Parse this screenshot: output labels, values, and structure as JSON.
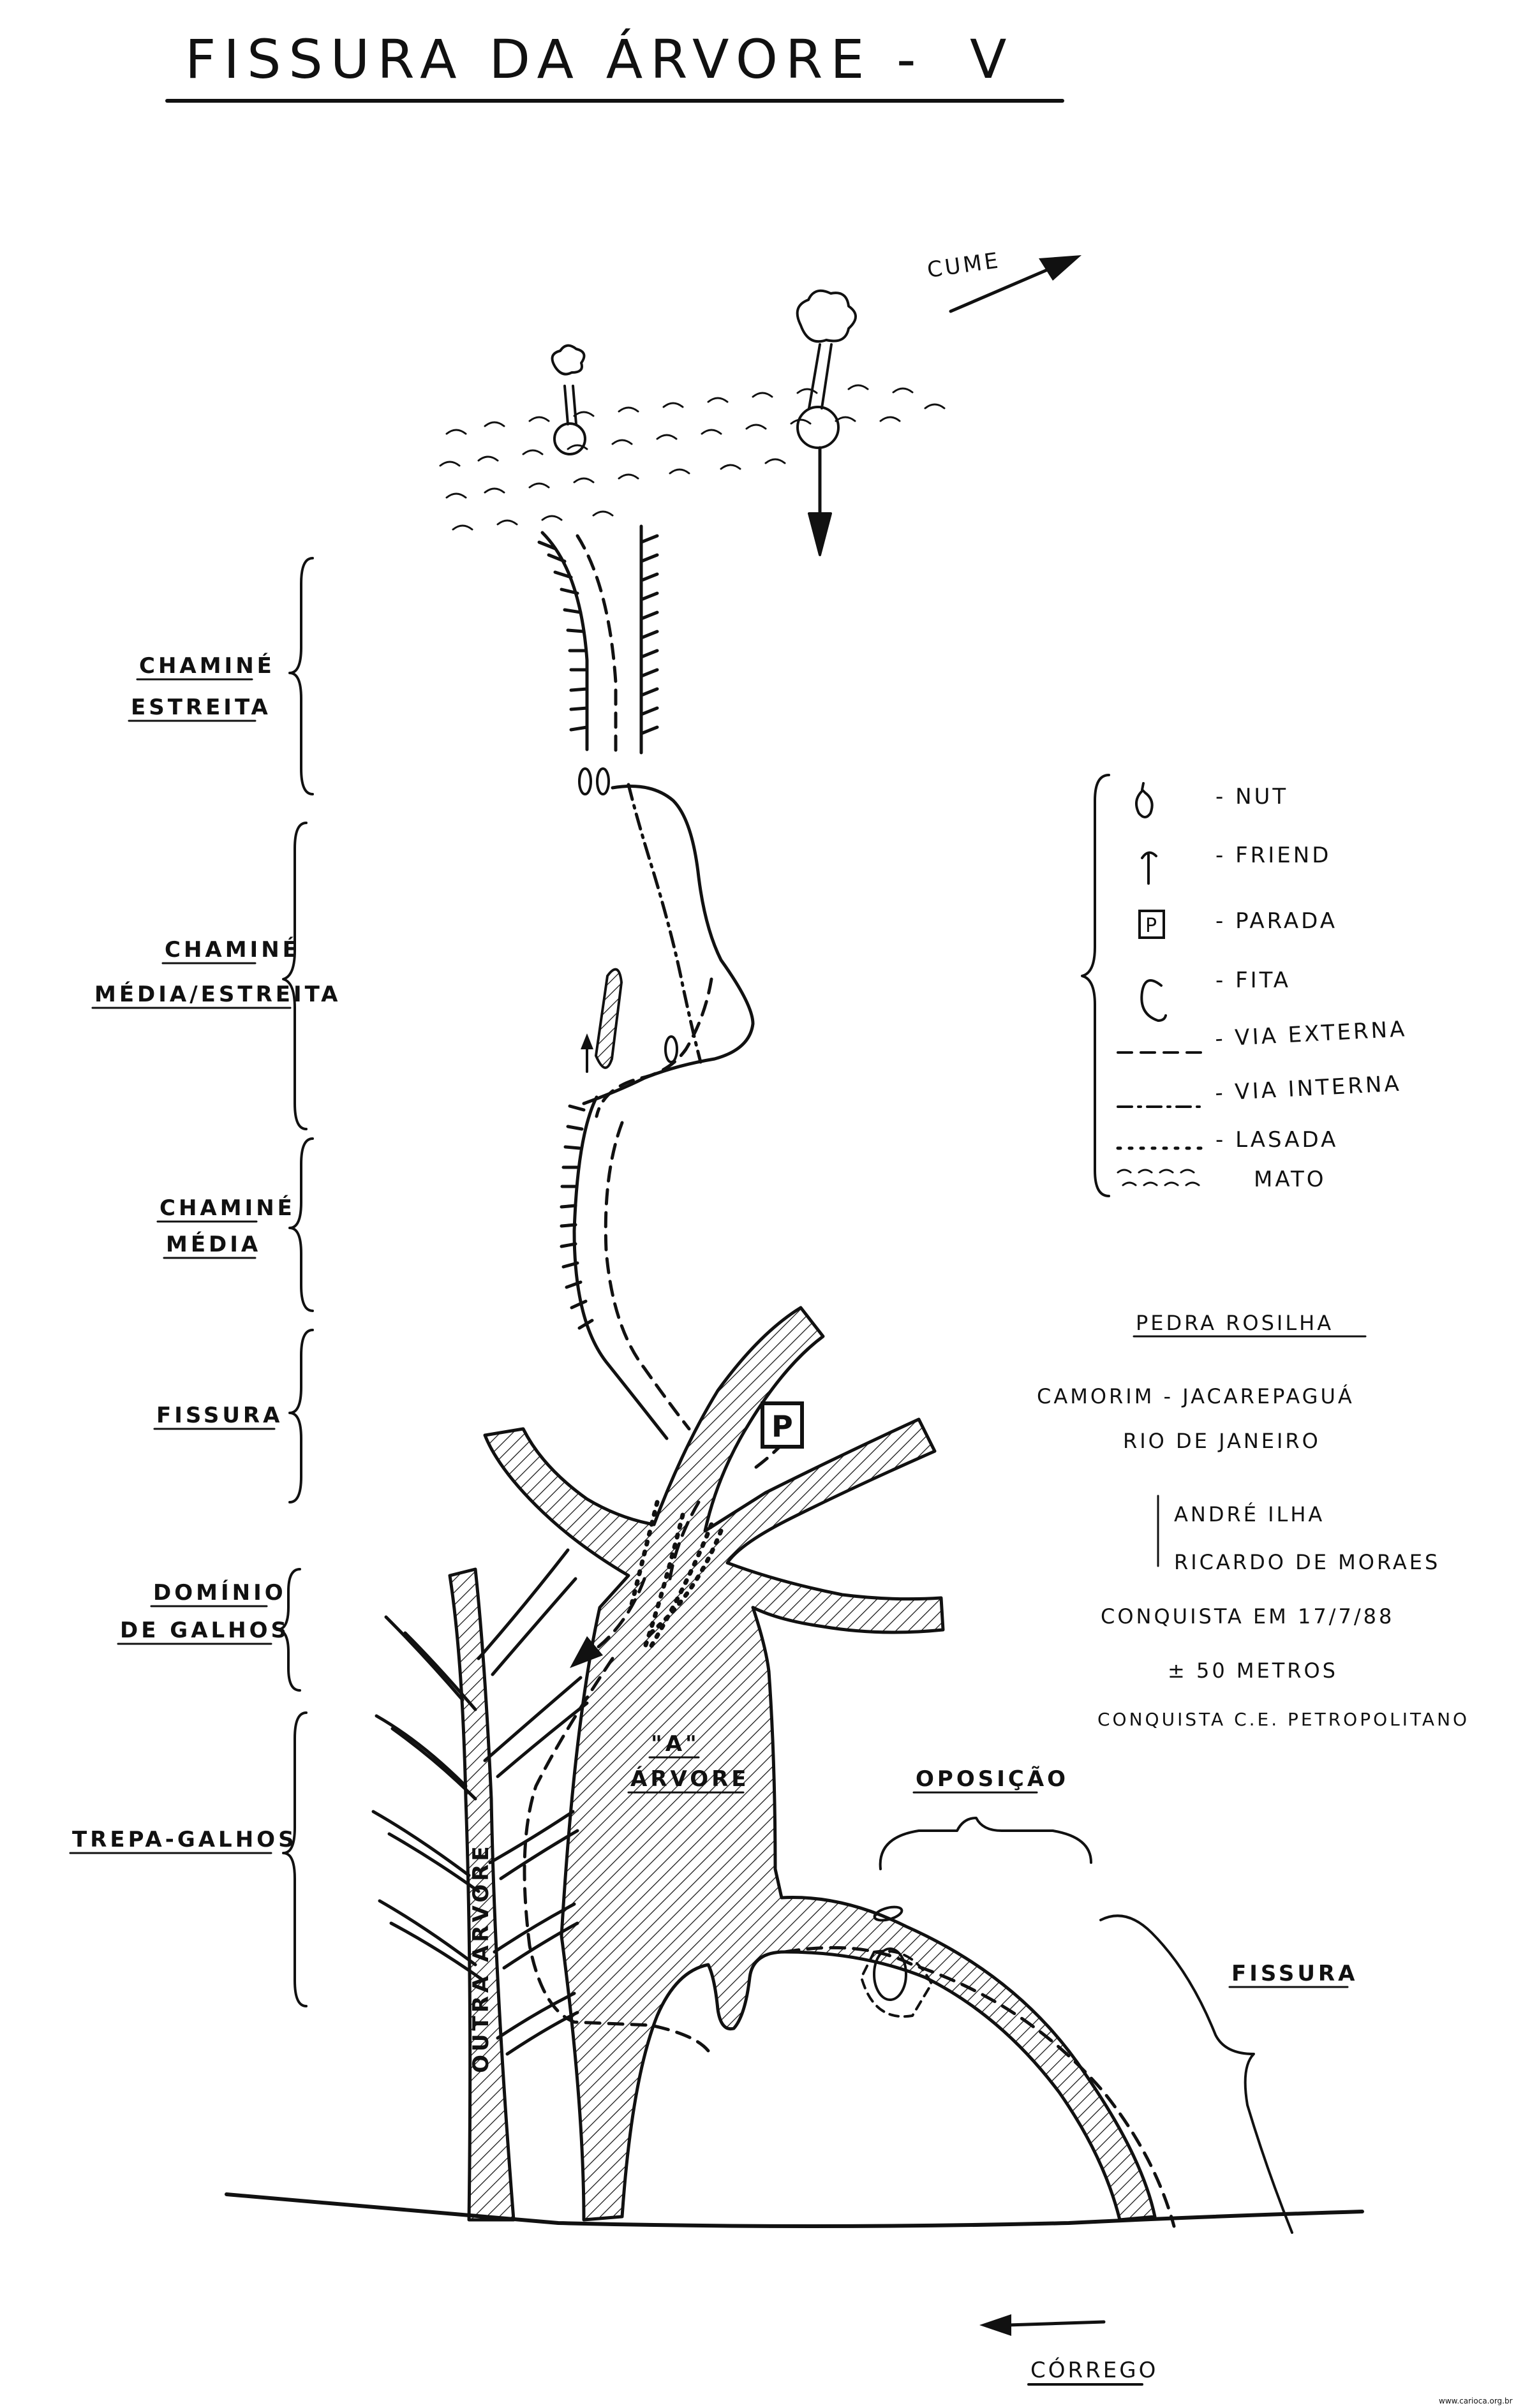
{
  "title": "FISSURA DA ÁRVORE -",
  "grade": "V",
  "summit_label": "CUME",
  "stream_label": "CÓRREGO",
  "sections": [
    {
      "lines": [
        "CHAMINÉ",
        "ESTREITA"
      ]
    },
    {
      "lines": [
        "CHAMINÉ",
        "MÉDIA/ESTREITA"
      ]
    },
    {
      "lines": [
        "CHAMINÉ",
        "MÉDIA"
      ]
    },
    {
      "lines": [
        "FISSURA"
      ]
    },
    {
      "lines": [
        "DOMÍNIO",
        "DE GALHOS"
      ]
    },
    {
      "lines": [
        "TREPA-GALHOS"
      ]
    }
  ],
  "legend": [
    {
      "symbol": "nut",
      "label": "- NUT"
    },
    {
      "symbol": "friend",
      "label": "- FRIEND"
    },
    {
      "symbol": "parada",
      "label": "- PARADA"
    },
    {
      "symbol": "fita",
      "label": "- FITA"
    },
    {
      "symbol": "via-externa",
      "label": "- VIA EXTERNA"
    },
    {
      "symbol": "via-interna",
      "label": "- VIA INTERNA"
    },
    {
      "symbol": "lasada",
      "label": "- LASADA"
    },
    {
      "symbol": "mato",
      "label": "MATO"
    }
  ],
  "parada_symbol": "P",
  "info": {
    "rock": "PEDRA ROSILHA",
    "region": "CAMORIM - JACAREPAGUÁ",
    "city": "RIO DE JANEIRO",
    "climbers": [
      "ANDRÉ ILHA",
      "RICARDO DE MORAES"
    ],
    "date": "CONQUISTA EM 17/7/88",
    "length": "± 50 METROS",
    "club": "CONQUISTA C.E. PETROPOLITANO"
  },
  "labels": {
    "tree": "ÁRVORE",
    "tree_mark": "\"A\"",
    "other_tree": "OUTRA ÁRVORE",
    "oposicao": "OPOSIÇÃO",
    "fissura_right": "FISSURA"
  },
  "watermark": "www.carioca.org.br"
}
